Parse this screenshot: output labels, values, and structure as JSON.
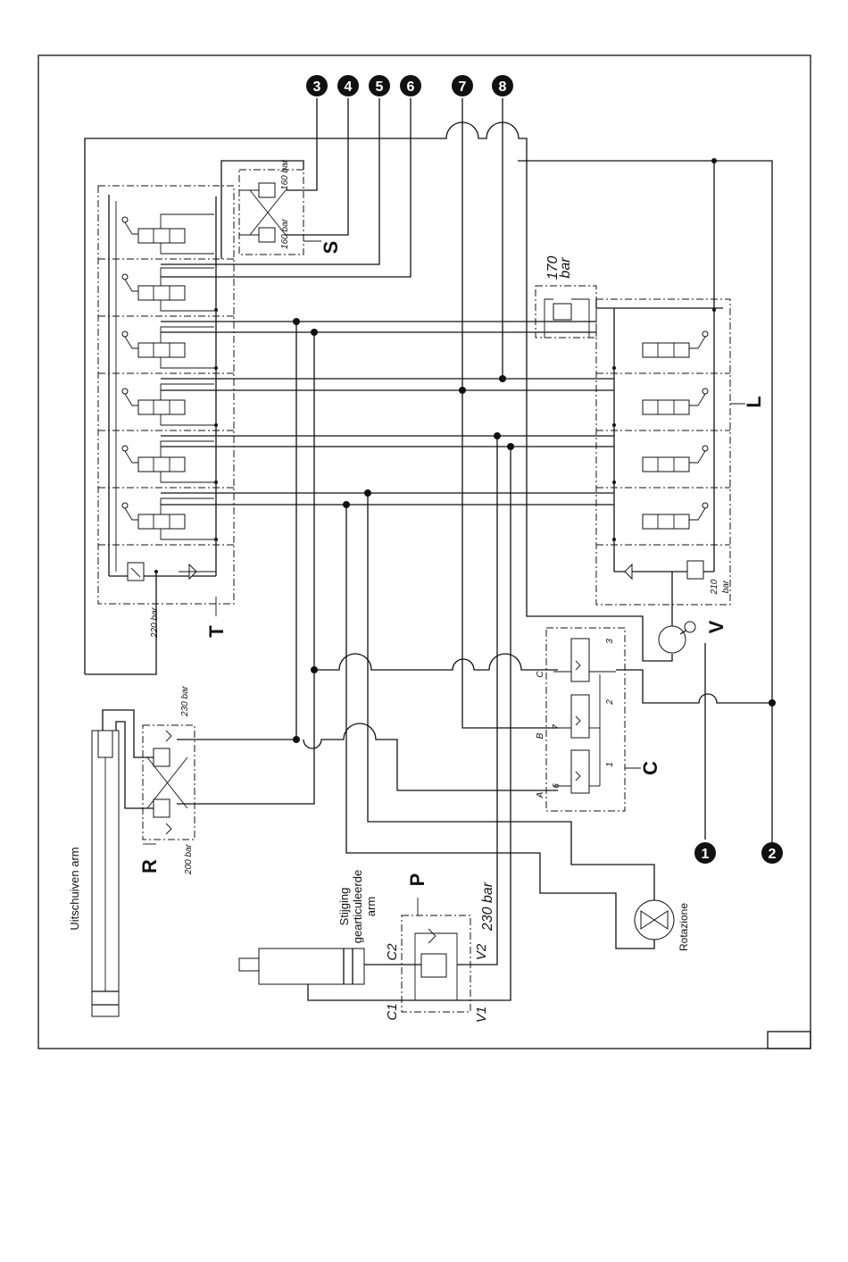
{
  "badges": [
    "3",
    "4",
    "5",
    "6",
    "7",
    "8",
    "1",
    "2"
  ],
  "letters": {
    "S": "S",
    "L": "L",
    "T": "T",
    "V": "V",
    "C": "C",
    "R": "R",
    "P": "P"
  },
  "pressures": {
    "s_top": "160 bar",
    "s_bottom": "160 bar",
    "relief_170_num": "170",
    "relief_170_unit": "bar",
    "t_block": "220 bar",
    "l_block_num": "210",
    "l_block_unit": "bar",
    "r_top": "230 bar",
    "r_bottom": "200 bar",
    "p_block": "230 bar"
  },
  "ports": {
    "c2": "C2",
    "v2": "V2",
    "c1": "C1",
    "v1": "V1",
    "a": "A",
    "b": "B",
    "c": "C",
    "n6": "6",
    "n7": "7",
    "n1": "1",
    "n2": "2",
    "n3": "3"
  },
  "labels": {
    "uitschuiven": "Uitschuiven arm",
    "stijging_1": "Stijging",
    "stijging_2": "gearticuleerde",
    "stijging_3": "arm",
    "rotazione": "Rotazione"
  }
}
